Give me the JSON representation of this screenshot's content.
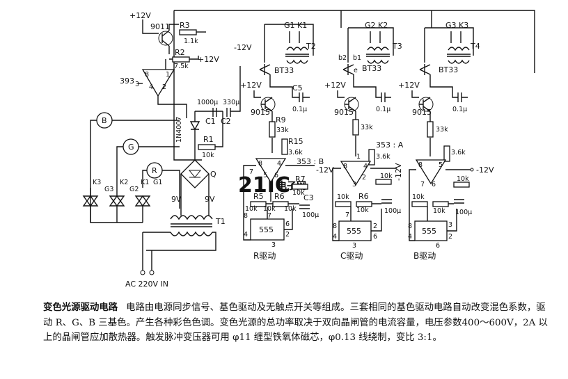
{
  "schematic": {
    "supply": {
      "plus12_a": "+12V",
      "plus12_b": "+12V",
      "minus12": "-12V"
    },
    "sync": {
      "q1": "9011",
      "r3_name": "R3",
      "r3_val": "1.1k",
      "r2_name": "R2",
      "r2_val": "7.5k",
      "ic": "393",
      "pin8": "8",
      "pin1": "1",
      "pin4": "4",
      "pin2": "2",
      "pin3": "3",
      "c1_val": "1000μ",
      "c1_name": "C1",
      "c2_name": "C2",
      "c2_val": "330μ",
      "diode": "1N4007",
      "r1_name": "R1",
      "r1_val": "10k",
      "bridge": "Q",
      "tr_v1": "9V",
      "tr_v2": "9V",
      "transformer": "T1",
      "mains": "AC 220V IN"
    },
    "switches": {
      "b": "B",
      "g": "G",
      "r": "R",
      "k3": "K3",
      "g3": "G3",
      "k2": "K2",
      "g2": "G2",
      "k1": "K1",
      "g1": "G1"
    },
    "ch_r": {
      "gk": "G1 K1",
      "tp": "T2",
      "ujt": "BT33",
      "plus12": "+12V",
      "c5_name": "C5",
      "c5_val": "0.1μ",
      "q": "9015",
      "r9_name": "R9",
      "r9_val": "33k",
      "r15_name": "R15",
      "r15_val": "3.6k",
      "amp": "353 : B",
      "p8": "8",
      "p4": "4",
      "p5": "5",
      "p7": "7",
      "p6": "6",
      "p3": "3",
      "minus12": "-12V",
      "r7_name": "R7",
      "r7_val": "10k",
      "c3_name": "C3",
      "c3_val": "100μ",
      "r5_name": "R5",
      "r5_val": "10k",
      "r6_name": "R6",
      "r6_val": "10k",
      "r4_val": "10k",
      "t1": "8",
      "t2": "7",
      "t3": "3",
      "t4": "4",
      "t5": "6",
      "t6": "2",
      "timer": "555",
      "label": "R驱动"
    },
    "ch_c": {
      "gk": "G2 K2",
      "tp": "T3",
      "ujt": "BT33",
      "b2": "b2",
      "b1": "b1",
      "e": "e",
      "plus12": "+12V",
      "c_val": "0.1μ",
      "q": "9015",
      "r_val": "33k",
      "amp": "353 : A",
      "r_hi": "3.6k",
      "p8": "8",
      "p1": "1",
      "p2": "2",
      "p3": "3",
      "p4": "4",
      "minus12": "-12V",
      "r_10k": "10k",
      "r_10k_b": "10k",
      "r6_name": "R6",
      "r6_val": "10k",
      "c_100": "100μ",
      "p7": "7",
      "t8": "8",
      "t4": "4",
      "t2": "2",
      "t6": "6",
      "t3": "3",
      "timer": "555",
      "label": "C驱动"
    },
    "ch_b": {
      "gk": "G3 K3",
      "tp": "T4",
      "ujt": "BT33",
      "plus12": "+12V",
      "c_val": "0.1μ",
      "q": "9015",
      "r_val": "33k",
      "r_hi": "3.6k",
      "p8": "8",
      "p5": "5",
      "p6": "6",
      "p7": "7",
      "minus12": "-12V",
      "r_10k": "10k",
      "r_10k_b": "10k",
      "r_10k_c": "10k",
      "c_100": "100μ",
      "t8": "8",
      "t4": "4",
      "t3": "3",
      "t2": "2",
      "t6": "6",
      "timer": "555",
      "label": "B驱动"
    },
    "watermark": "21IC",
    "watermark_sub": "电子网"
  },
  "caption": {
    "title": "变色光源驱动电路",
    "body": "电路由电源同步信号、基色驱动及无触点开关等组成。三套相同的基色驱动电路自动改变混色系数，驱动 R、G、B 三基色。产生各种彩色色调。变色光源的总功率取决于双向晶闸管的电流容量，电压参数400～600V，2A 以上的晶闸管应加散热器。触发脉冲变压器可用 φ11 缠型铁氧体磁芯，φ0.13 线绕制，变比 3:1。"
  }
}
